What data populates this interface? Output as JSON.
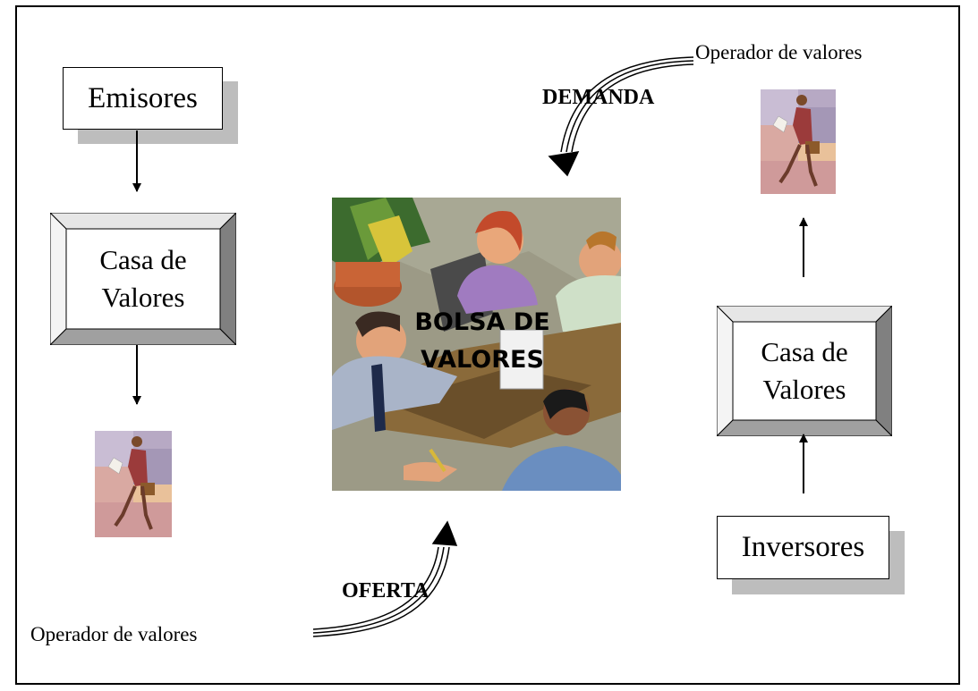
{
  "nodes": {
    "emisores": "Emisores",
    "casa_left_line1": "Casa de",
    "casa_left_line2": "Valores",
    "casa_right_line1": "Casa de",
    "casa_right_line2": "Valores",
    "inversores": "Inversores",
    "bolsa_line1": "BOLSA DE",
    "bolsa_line2": "VALORES"
  },
  "labels": {
    "operador_top": "Operador de valores",
    "operador_bottom": "Operador de valores",
    "demanda": "DEMANDA",
    "oferta": "OFERTA"
  },
  "icons": {
    "businesswoman": "businesswoman-clipart",
    "meeting": "business-meeting-clipart"
  }
}
